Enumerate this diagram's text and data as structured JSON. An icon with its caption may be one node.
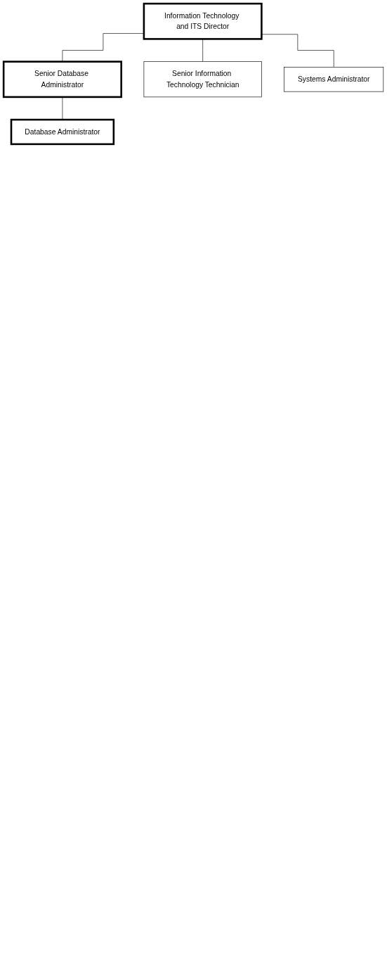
{
  "diagram": {
    "nodes": [
      {
        "text": [
          "Information Technology and ITS Director"
        ]
      },
      {
        "text": [
          "Senior Database Administrator"
        ]
      },
      {
        "text": [
          "Senior Information Technology Technician"
        ]
      },
      {
        "text": [
          "Systems Administrator"
        ]
      },
      {
        "text": [
          "Database Administrator"
        ]
      }
    ],
    "edges": [
      {
        "from": 0,
        "to": 1,
        "arrow": "none"
      },
      {
        "from": 0,
        "to": 2,
        "arrow": "none"
      },
      {
        "from": 0,
        "to": 3,
        "arrow": "none"
      },
      {
        "from": 1,
        "to": 4,
        "arrow": "none"
      }
    ]
  }
}
